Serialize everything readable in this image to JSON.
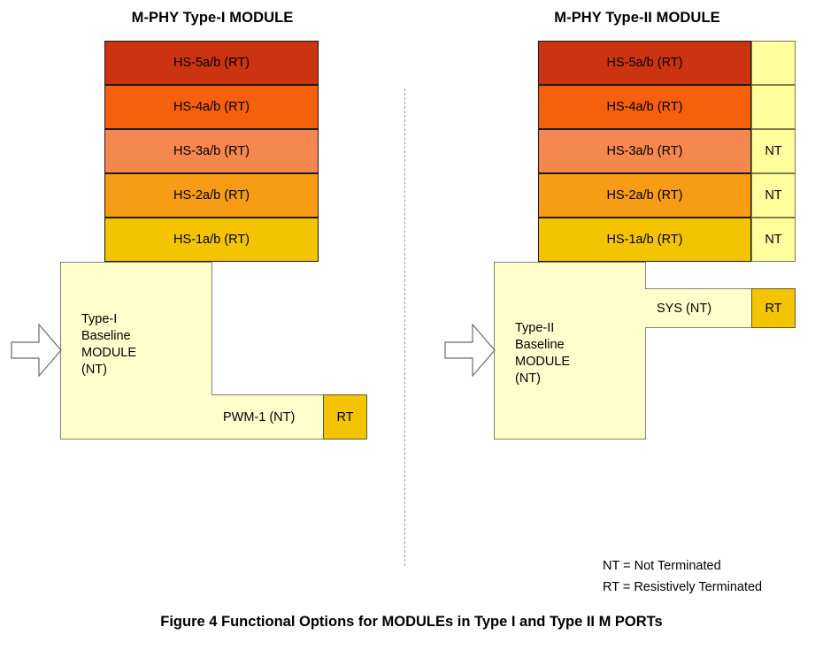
{
  "figure": {
    "caption": "Figure 4 Functional Options for MODULEs in Type I and Type II M PORTs"
  },
  "panels": {
    "left": {
      "title": "M-PHY Type-I MODULE",
      "bands": [
        {
          "label": "HS-5a/b (RT)",
          "color": "#cc3311"
        },
        {
          "label": "HS-4a/b (RT)",
          "color": "#f4600c"
        },
        {
          "label": "HS-3a/b (RT)",
          "color": "#f5884f"
        },
        {
          "label": "HS-2a/b (RT)",
          "color": "#f79c14"
        },
        {
          "label": "HS-1a/b (RT)",
          "color": "#f5c400"
        }
      ],
      "module": {
        "label": "Type-I\nBaseline\nMODULE\n(NT)"
      },
      "lane": {
        "label": "PWM-1 (NT)",
        "termination": "RT"
      }
    },
    "right": {
      "title": "M-PHY Type-II MODULE",
      "bands": [
        {
          "label": "HS-5a/b (RT)",
          "color": "#cc3311",
          "nt": ""
        },
        {
          "label": "HS-4a/b (RT)",
          "color": "#f4600c",
          "nt": ""
        },
        {
          "label": "HS-3a/b (RT)",
          "color": "#f5884f",
          "nt": "NT"
        },
        {
          "label": "HS-2a/b (RT)",
          "color": "#f79c14",
          "nt": "NT"
        },
        {
          "label": "HS-1a/b (RT)",
          "color": "#f5c400",
          "nt": "NT"
        }
      ],
      "module": {
        "label": "Type-II\nBaseline\nMODULE\n(NT)"
      },
      "lane": {
        "label": "SYS (NT)",
        "termination": "RT"
      }
    }
  },
  "legend": {
    "nt": "NT = Not Terminated",
    "rt": "RT = Resistively Terminated"
  },
  "colors": {
    "module_fill": "#ffffcc",
    "nt_fill": "#ffff9e",
    "rt_fill": "#f5c400",
    "divider": "#9a9a9a"
  }
}
